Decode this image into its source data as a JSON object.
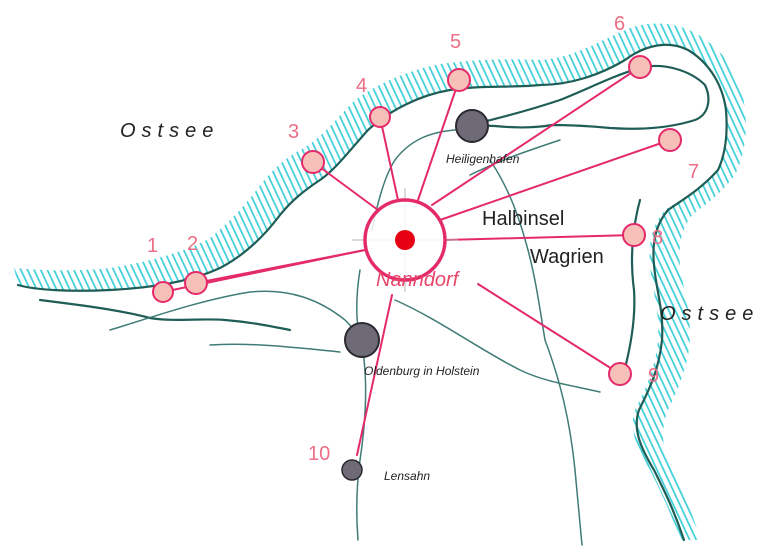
{
  "colors": {
    "coast": "#1f5d57",
    "water": "#3fd0d8",
    "road": "#3f7c76",
    "ray": "#e42a6a",
    "marker_fill": "#f6c0b8",
    "marker_stroke": "#e42a6a",
    "center_dot": "#e60012",
    "town_fill": "#7a7682"
  },
  "labels": {
    "sea_north": "Ostsee",
    "sea_east": "Ostsee",
    "region_line1": "Halbinsel",
    "region_line2": "Wagrien",
    "center": "Nanndorf"
  },
  "towns": [
    {
      "id": "heiligenhafen",
      "name": "Heiligenhafen",
      "icon": "town-dot-icon"
    },
    {
      "id": "oldenburg",
      "name": "Oldenburg in Holstein",
      "icon": "town-dot-icon"
    },
    {
      "id": "lensahn",
      "name": "Lensahn",
      "icon": "town-dot-icon"
    }
  ],
  "markers": [
    {
      "n": "1"
    },
    {
      "n": "2"
    },
    {
      "n": "3"
    },
    {
      "n": "4"
    },
    {
      "n": "5"
    },
    {
      "n": "6"
    },
    {
      "n": "7"
    },
    {
      "n": "8"
    },
    {
      "n": "9"
    },
    {
      "n": "10"
    }
  ]
}
